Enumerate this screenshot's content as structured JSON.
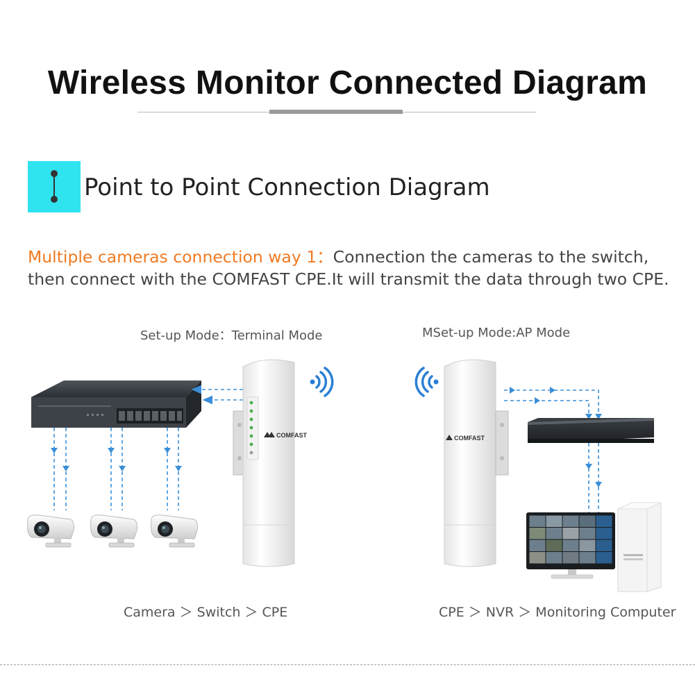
{
  "header": {
    "title": "Wireless Monitor Connected Diagram"
  },
  "section": {
    "icon": "point-to-point-icon",
    "title": "Point to Point Connection Diagram",
    "accent_color": "#2fe3ef"
  },
  "description": {
    "highlight": "Multiple cameras connection way 1：",
    "line1_rest": "Connection the cameras to the switch,",
    "line2": "then connect with the COMFAST CPE.It will transmit the data through two CPE.",
    "highlight_color": "#f07a22"
  },
  "left_side": {
    "mode_label": "Set-up Mode：Terminal Mode",
    "caption": "Camera ＞ Switch ＞ CPE",
    "cpe_brand": "COMFAST"
  },
  "right_side": {
    "mode_label": "MSet-up Mode:AP Mode",
    "caption": "CPE ＞ NVR ＞ Monitoring Computer",
    "cpe_brand": "COMFAST"
  },
  "colors": {
    "flow_line": "#3a8fd8",
    "wifi_signal": "#2a7fd4"
  }
}
